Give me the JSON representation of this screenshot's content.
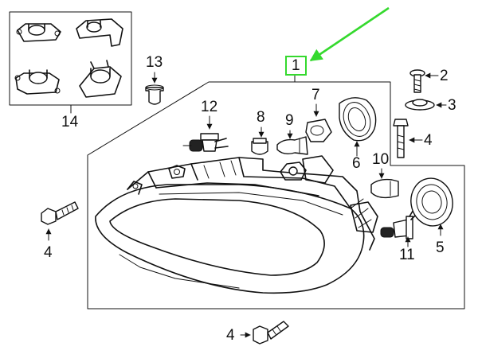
{
  "callouts": {
    "c1": "1",
    "c2": "2",
    "c3": "3",
    "c4a": "4",
    "c4b": "4",
    "c4c": "4",
    "c5": "5",
    "c6": "6",
    "c7": "7",
    "c8": "8",
    "c9": "9",
    "c10": "10",
    "c11": "11",
    "c12": "12",
    "c13": "13",
    "c14": "14"
  },
  "colors": {
    "highlight": "#35d92e",
    "line": "#111111"
  }
}
